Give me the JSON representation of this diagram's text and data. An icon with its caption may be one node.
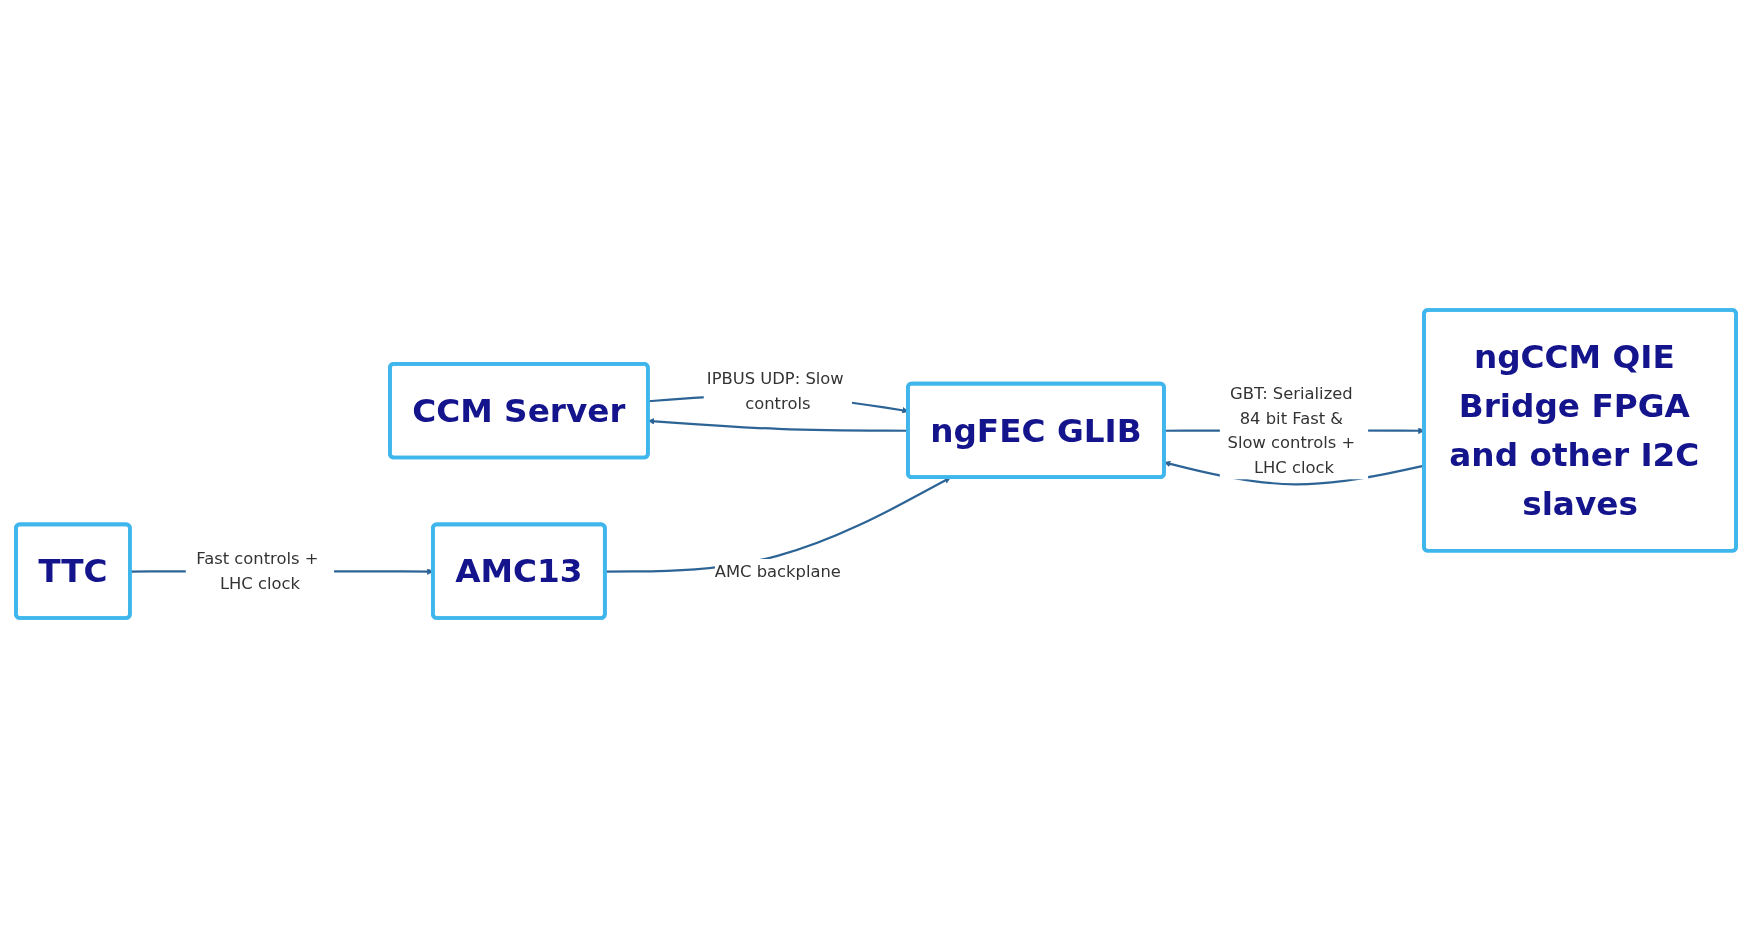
{
  "diagram": {
    "nodes": [
      {
        "text": [
          "CCM Server"
        ]
      },
      {
        "text": [
          "ngFEC GLIB"
        ]
      },
      {
        "text": [
          "ngCCM QIE Bridge FPGA and other I2C slaves"
        ]
      },
      {
        "text": [
          "TTC"
        ]
      },
      {
        "text": [
          "AMC13"
        ]
      }
    ],
    "edges": [
      {
        "from": 0,
        "to": 1,
        "arrow": "to",
        "label": "IPBUS UDP: Slow controls"
      },
      {
        "from": 1,
        "to": 0,
        "arrow": "to"
      },
      {
        "from": 1,
        "to": 2,
        "arrow": "to",
        "label": "GBT: Serialized 84 bit Fast & Slow controls + LHC clock"
      },
      {
        "from": 2,
        "to": 1,
        "arrow": "to"
      },
      {
        "from": 4,
        "to": 1,
        "arrow": "to",
        "label": "AMC backplane"
      },
      {
        "from": 3,
        "to": 4,
        "arrow": "to",
        "label": "Fast controls + LHC clock"
      }
    ]
  }
}
